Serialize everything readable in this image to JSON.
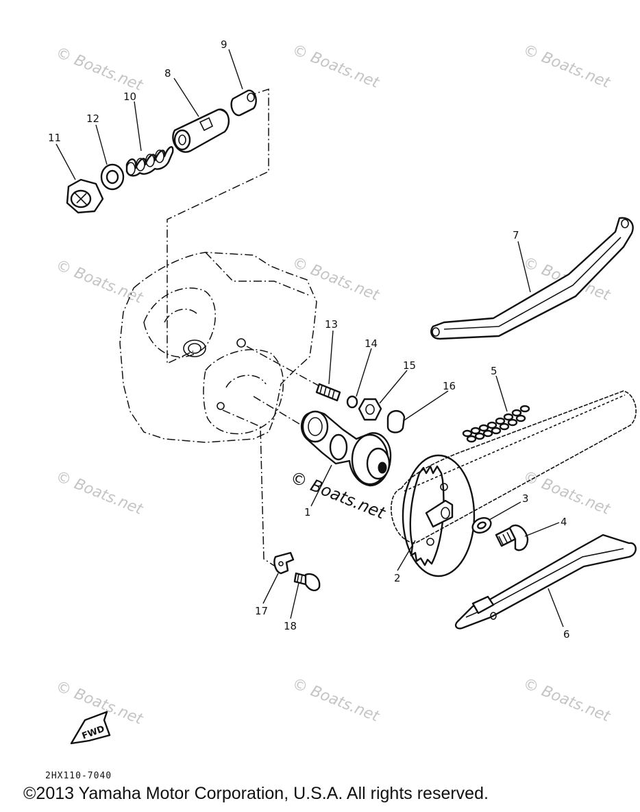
{
  "callouts": [
    "1",
    "2",
    "3",
    "4",
    "5",
    "6",
    "7",
    "8",
    "9",
    "10",
    "11",
    "12",
    "13",
    "14",
    "15",
    "16",
    "17",
    "18"
  ],
  "watermark": {
    "text": "© Boats.net",
    "main_text": "© Boats.net"
  },
  "fwd_label": "FWD",
  "diagram_code": "2HX110-7040",
  "copyright": "©2013 Yamaha Motor Corporation, U.S.A. All rights reserved."
}
